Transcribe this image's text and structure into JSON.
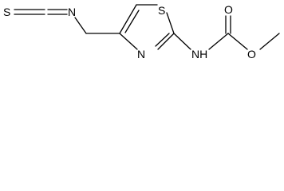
{
  "molecule": {
    "atoms": {
      "s_terminal": "S",
      "n_isothiocyanate": "N",
      "s_ring": "S",
      "n_ring": "N",
      "nh": "NH",
      "o_carbonyl": "O",
      "o_ester": "O"
    }
  }
}
